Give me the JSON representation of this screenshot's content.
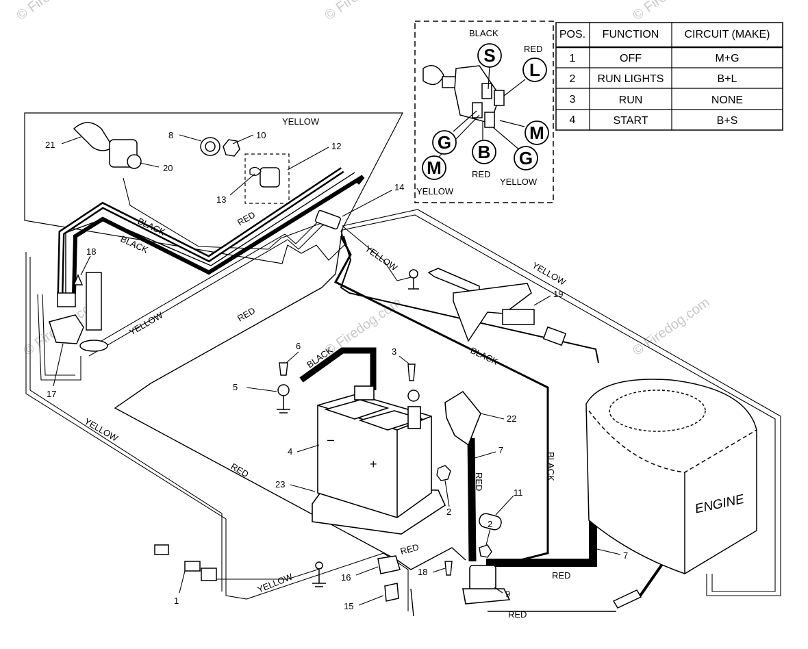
{
  "watermarks": [
    "© Firedog.com",
    "© Firedog.com",
    "© Firedog.com",
    "© Firedog.com",
    "© Firedog.com",
    "© Firedog.com"
  ],
  "table": {
    "headers": [
      "POS.",
      "FUNCTION",
      "CIRCUIT  (MAKE)"
    ],
    "rows": [
      {
        "pos": "1",
        "function": "OFF",
        "circuit": "M+G"
      },
      {
        "pos": "2",
        "function": "RUN LIGHTS",
        "circuit": "B+L"
      },
      {
        "pos": "3",
        "function": "RUN",
        "circuit": "NONE"
      },
      {
        "pos": "4",
        "function": "START",
        "circuit": "B+S"
      }
    ]
  },
  "switch_detail": {
    "terminals": {
      "s": "S",
      "l": "L",
      "g1": "G",
      "b": "B",
      "m1": "M",
      "g2": "G",
      "m2": "M"
    },
    "wire_colors": {
      "s": "BLACK",
      "l": "RED",
      "b": "RED",
      "g2": "YELLOW",
      "m2": "YELLOW"
    }
  },
  "wire_labels": {
    "yellow_top": "YELLOW",
    "black_1": "BLACK",
    "red_1": "RED",
    "black_2": "BLACK",
    "yellow_2": "YELLOW",
    "yellow_3": "YELLOW",
    "yellow_4": "YELLOW",
    "red_2": "RED",
    "black_3": "BLACK",
    "black_4": "BLACK",
    "yellow_left": "YELLOW",
    "red_3": "RED",
    "red_vert": "RED",
    "black_vert": "BLACK",
    "red_4": "RED",
    "red_5": "RED",
    "red_6": "RED",
    "yellow_bottom": "YELLOW"
  },
  "part_numbers": {
    "p1": "1",
    "p2a": "2",
    "p2b": "2",
    "p3": "3",
    "p4": "4",
    "p5": "5",
    "p6": "6",
    "p7a": "7",
    "p7b": "7",
    "p8": "8",
    "p9": "9",
    "p10": "10",
    "p11": "11",
    "p12": "12",
    "p13": "13",
    "p14": "14",
    "p15": "15",
    "p16": "16",
    "p17": "17",
    "p18a": "18",
    "p18b": "18",
    "p19": "19",
    "p20": "20",
    "p21": "21",
    "p22": "22",
    "p23": "23"
  },
  "engine_label": "ENGINE",
  "battery_signs": {
    "neg": "–",
    "pos": "+"
  }
}
